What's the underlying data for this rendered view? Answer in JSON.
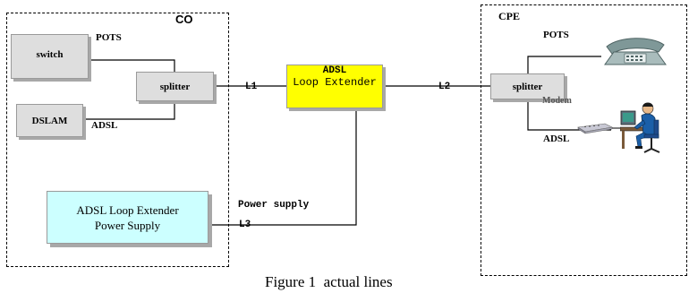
{
  "co": {
    "label": "CO",
    "switch": "switch",
    "pots": "POTS",
    "splitter": "splitter",
    "dslam": "DSLAM",
    "adsl": "ADSL",
    "l1": "L1",
    "power_supply_box": "ADSL Loop Extender Power Supply",
    "power_supply_label": "Power supply",
    "l3": "L3"
  },
  "extender": {
    "line1": "ADSL",
    "line2": "Loop Extender",
    "fill": "#ffff00"
  },
  "cpe": {
    "label": "CPE",
    "pots": "POTS",
    "splitter": "splitter",
    "modem": "Modem",
    "adsl": "ADSL",
    "l2": "L2"
  },
  "caption": "Figure 1  actual lines",
  "colors": {
    "grey_box": "#dedede",
    "power_box": "#ccffff",
    "extender": "#ffff00",
    "phone": "#8fa6a6",
    "person": "#1b5fa8"
  },
  "icons": {
    "phone": "telephone-icon",
    "modem": "modem-icon",
    "user": "computer-user-icon"
  }
}
